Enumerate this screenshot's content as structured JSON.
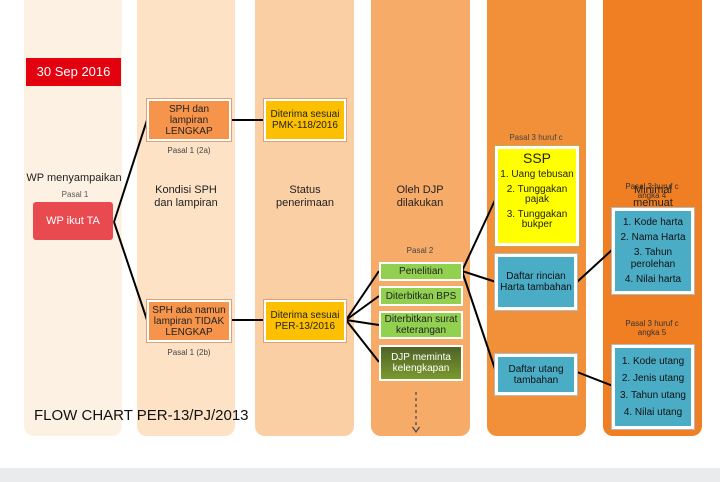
{
  "date_badge": "30 Sep 2016",
  "footer_title": "FLOW CHART PER-13/PJ/2013",
  "columns": {
    "wp": {
      "header": "WP menyampaikan",
      "overlap_label": "Pasal 1"
    },
    "kondisi": {
      "header": "Kondisi SPH dan lampiran"
    },
    "status": {
      "header": "Status penerimaan"
    },
    "djp": {
      "header": "Oleh DJP dilakukan"
    }
  },
  "nodes": {
    "wp_ikut_ta": "WP ikut TA",
    "sph_lengkap": "SPH dan lampiran LENGKAP",
    "sph_lengkap_ref": "Pasal 1 (2a)",
    "sph_tidak_lengkap": "SPH ada namun lampiran TIDAK LENGKAP",
    "sph_tidak_lengkap_ref": "Pasal 1 (2b)",
    "diterima_pmk": "Diterima sesuai PMK-118/2016",
    "diterima_per": "Diterima sesuai PER-13/2016",
    "pasal2": "Pasal 2",
    "penelitian": "Penelitian",
    "diterbitkan_bps": "Diterbitkan BPS",
    "diterbitkan_surat": "Diterbitkan surat keterangan",
    "djp_meminta": "DJP meminta kelengkapan",
    "ssp_ref": "Pasal 3 huruf c",
    "ssp_title": "SSP",
    "ssp_items": [
      "1. Uang tebusan",
      "2. Tunggakan pajak",
      "3. Tunggakan bukper"
    ],
    "daftar_harta": "Daftar rincian Harta tambahan",
    "daftar_utang": "Daftar utang tambahan",
    "minimal_memuat": "Minimal memuat",
    "harta_ref": "Pasal 3 huruf c angka 4",
    "harta_items": [
      "1. Kode harta",
      "2. Nama Harta",
      "3. Tahun perolehan",
      "4. Nilai harta"
    ],
    "utang_ref": "Pasal 3 huruf c angka 5",
    "utang_items": [
      "1. Kode utang",
      "2. Jenis utang",
      "3. Tahun utang",
      "4. Nilai utang"
    ]
  },
  "colors": {
    "col_wp": "#fdf1e4",
    "col_kondisi": "#fde2c6",
    "col_status": "#fbcfa4",
    "col_djp": "#f7ab68",
    "col_ssp": "#f2903a",
    "col_min": "#f07e22",
    "date_red": "#e3000f",
    "wp_red": "#e84a50",
    "box_orange": "#f5944a",
    "box_yellow": "#fcc000",
    "ssp_yellow": "#ffff00",
    "green_light": "#92d050",
    "green_dark": "#4f6228",
    "blue": "#4bacc6"
  }
}
